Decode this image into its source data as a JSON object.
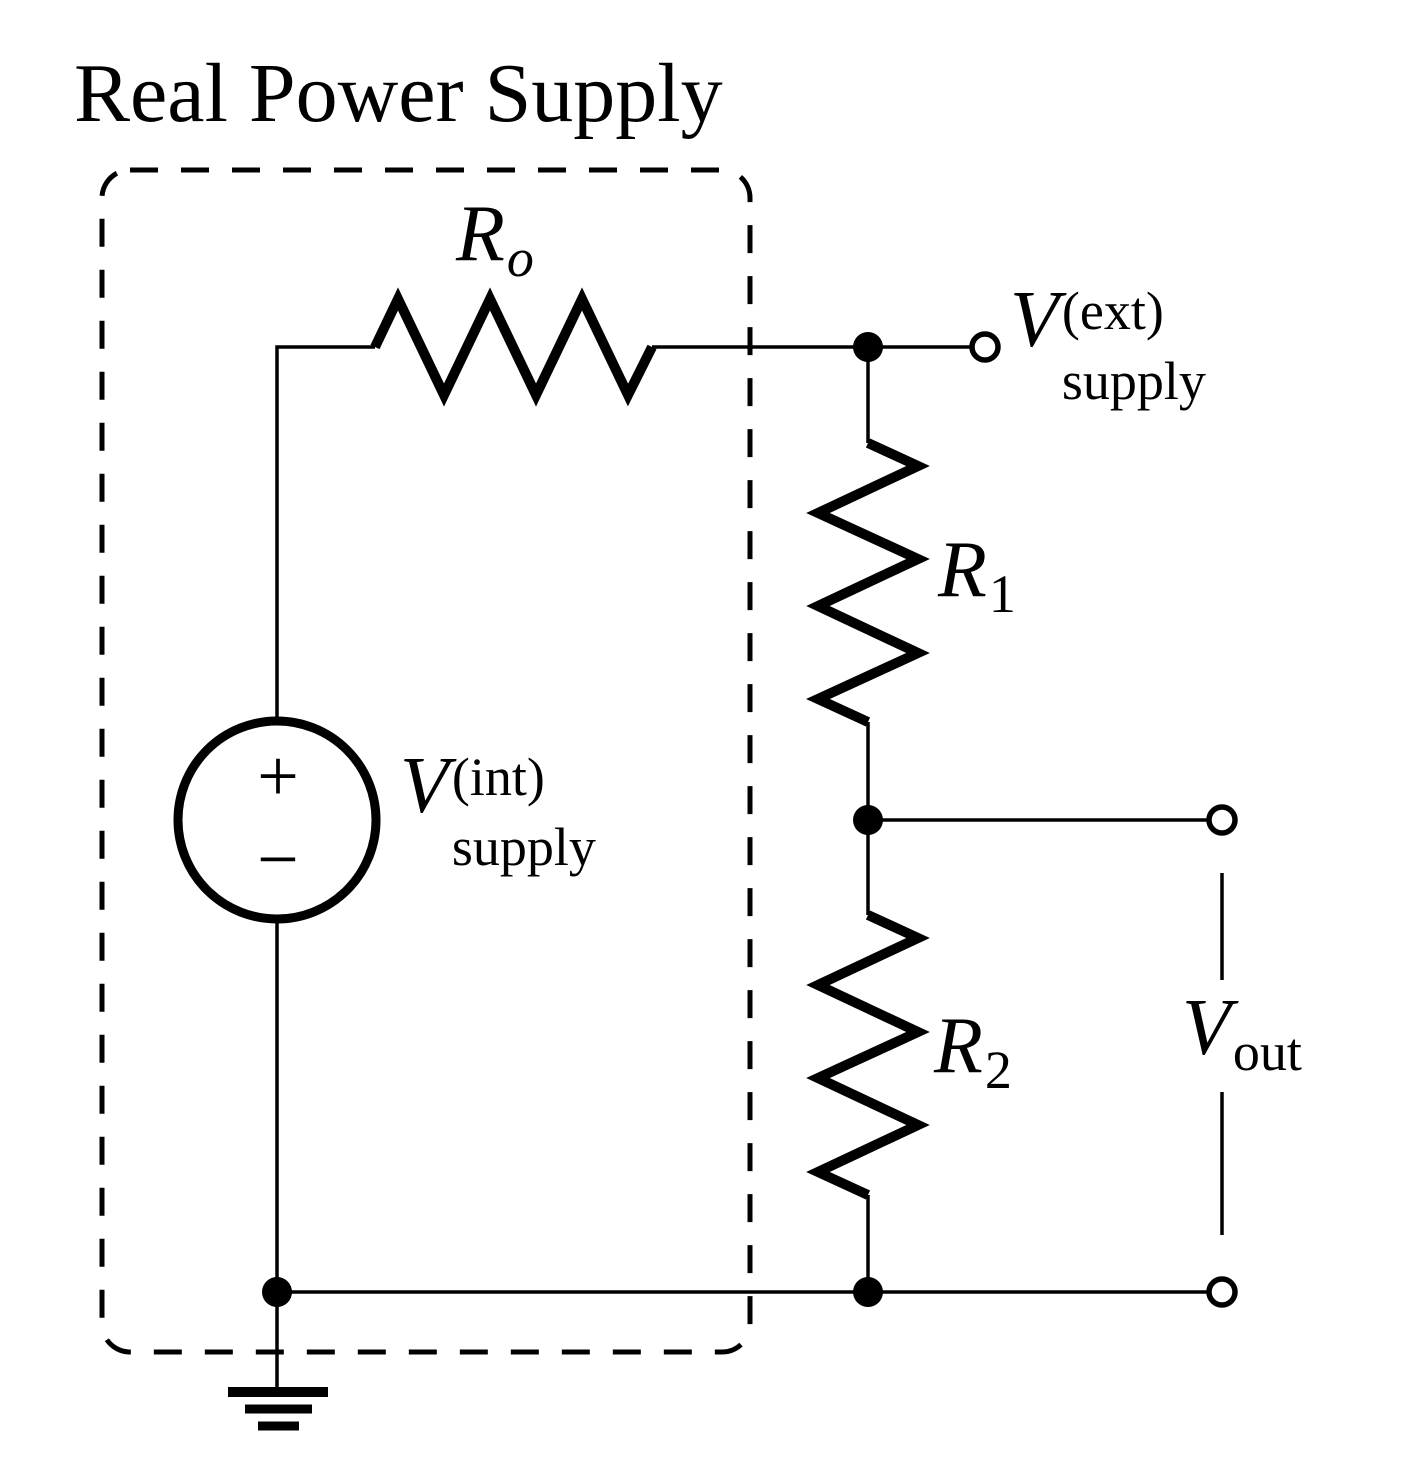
{
  "colors": {
    "ink": "#000000",
    "background": "#ffffff"
  },
  "title": "Real Power Supply",
  "labels": {
    "output_resistance": {
      "base": "R",
      "sub": "o"
    },
    "resistor1": {
      "base": "R",
      "sub": "1"
    },
    "resistor2": {
      "base": "R",
      "sub": "2"
    },
    "supply_internal": {
      "base": "V",
      "sup": "(int)",
      "sub": "supply"
    },
    "supply_external": {
      "base": "V",
      "sup": "(ext)",
      "sub": "supply"
    },
    "output_voltage": {
      "base": "V",
      "sub": "out"
    },
    "source_polarity": {
      "plus": "+",
      "minus": "−"
    }
  }
}
